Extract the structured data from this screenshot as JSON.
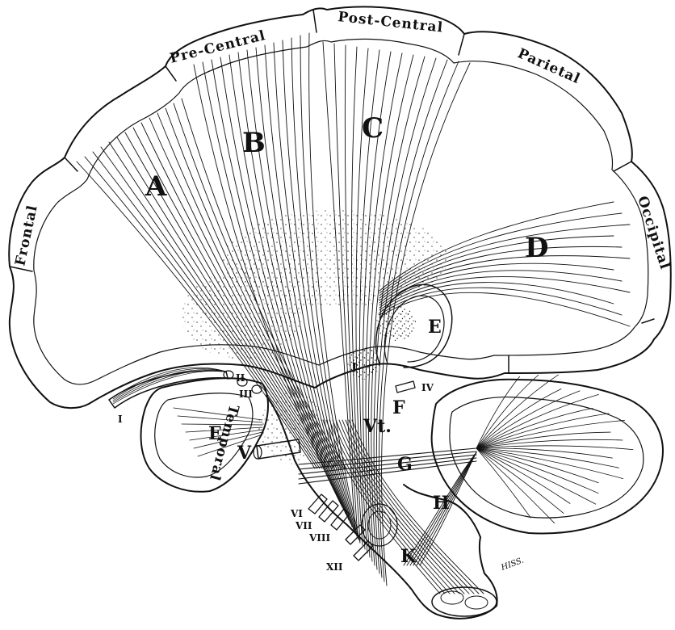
{
  "regions": {
    "frontal": "Frontal",
    "pre_central": "Pre-Central",
    "post_central": "Post-Central",
    "parietal": "Parietal",
    "occipital": "Occipital",
    "temporal": "Temporal"
  },
  "tracts": {
    "a": "A",
    "b": "B",
    "c": "C",
    "d": "D",
    "e_upper": "E",
    "e_lower": "E",
    "f": "F",
    "g": "G",
    "h": "H",
    "k": "K",
    "vt": "Vt.",
    "j": "J"
  },
  "nerves": {
    "i": "I",
    "ii": "II",
    "iii": "III",
    "iv": "IV",
    "v": "V",
    "vi": "VI",
    "vii": "VII",
    "viii": "VIII",
    "xii": "XII"
  },
  "signature": "HISS."
}
